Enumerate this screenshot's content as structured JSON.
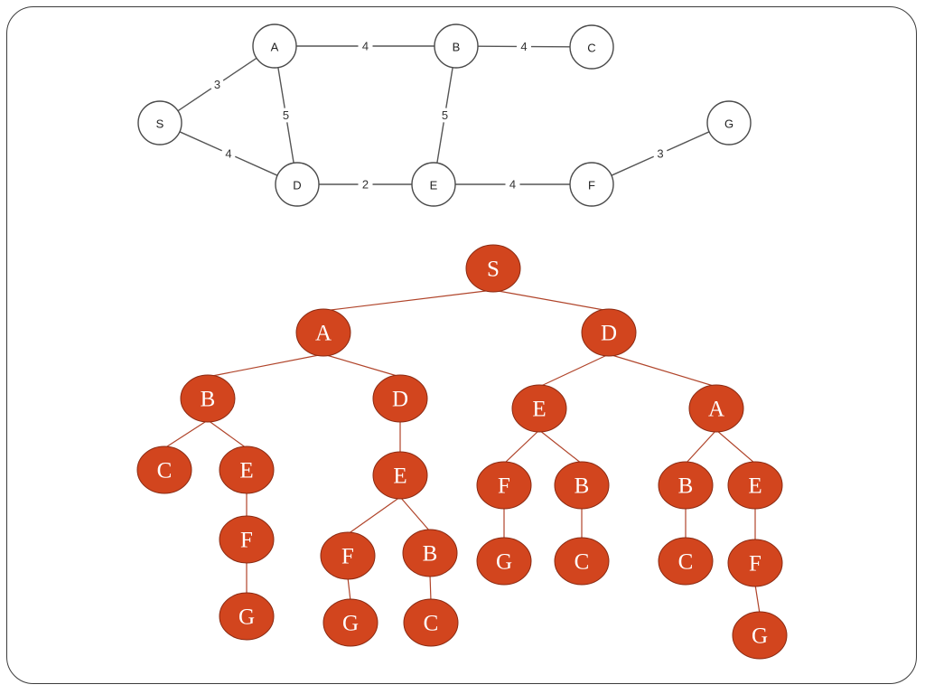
{
  "colors": {
    "tree_node_fill": "#d2451e",
    "tree_edge": "#b0442a",
    "graph_node_fill": "#ffffff",
    "graph_stroke": "#4a4a4a"
  },
  "graph": {
    "nodes": [
      {
        "id": "S",
        "label": "S"
      },
      {
        "id": "A",
        "label": "A"
      },
      {
        "id": "B",
        "label": "B"
      },
      {
        "id": "C",
        "label": "C"
      },
      {
        "id": "D",
        "label": "D"
      },
      {
        "id": "E",
        "label": "E"
      },
      {
        "id": "F",
        "label": "F"
      },
      {
        "id": "G",
        "label": "G"
      }
    ],
    "edges": [
      {
        "from": "S",
        "to": "A",
        "weight": "3"
      },
      {
        "from": "S",
        "to": "D",
        "weight": "4"
      },
      {
        "from": "A",
        "to": "B",
        "weight": "4"
      },
      {
        "from": "A",
        "to": "D",
        "weight": "5"
      },
      {
        "from": "B",
        "to": "C",
        "weight": "4"
      },
      {
        "from": "B",
        "to": "E",
        "weight": "5"
      },
      {
        "from": "D",
        "to": "E",
        "weight": "2"
      },
      {
        "from": "E",
        "to": "F",
        "weight": "4"
      },
      {
        "from": "F",
        "to": "G",
        "weight": "3"
      }
    ]
  },
  "search_tree": {
    "nodes": [
      {
        "id": "t0",
        "label": "S"
      },
      {
        "id": "t1",
        "label": "A"
      },
      {
        "id": "t2",
        "label": "D"
      },
      {
        "id": "t3",
        "label": "B"
      },
      {
        "id": "t4",
        "label": "D"
      },
      {
        "id": "t5",
        "label": "E"
      },
      {
        "id": "t6",
        "label": "A"
      },
      {
        "id": "t7",
        "label": "C"
      },
      {
        "id": "t8",
        "label": "E"
      },
      {
        "id": "t9",
        "label": "E"
      },
      {
        "id": "t10",
        "label": "F"
      },
      {
        "id": "t11",
        "label": "B"
      },
      {
        "id": "t12",
        "label": "B"
      },
      {
        "id": "t13",
        "label": "E"
      },
      {
        "id": "t14",
        "label": "F"
      },
      {
        "id": "t15",
        "label": "F"
      },
      {
        "id": "t16",
        "label": "B"
      },
      {
        "id": "t17",
        "label": "G"
      },
      {
        "id": "t18",
        "label": "C"
      },
      {
        "id": "t19",
        "label": "C"
      },
      {
        "id": "t20",
        "label": "F"
      },
      {
        "id": "t21",
        "label": "G"
      },
      {
        "id": "t22",
        "label": "G"
      },
      {
        "id": "t23",
        "label": "C"
      },
      {
        "id": "t24",
        "label": "G"
      }
    ],
    "edges": [
      [
        "t0",
        "t1"
      ],
      [
        "t0",
        "t2"
      ],
      [
        "t1",
        "t3"
      ],
      [
        "t1",
        "t4"
      ],
      [
        "t2",
        "t5"
      ],
      [
        "t2",
        "t6"
      ],
      [
        "t3",
        "t7"
      ],
      [
        "t3",
        "t8"
      ],
      [
        "t4",
        "t9"
      ],
      [
        "t5",
        "t10"
      ],
      [
        "t5",
        "t11"
      ],
      [
        "t6",
        "t12"
      ],
      [
        "t6",
        "t13"
      ],
      [
        "t8",
        "t14"
      ],
      [
        "t9",
        "t15"
      ],
      [
        "t9",
        "t16"
      ],
      [
        "t10",
        "t17"
      ],
      [
        "t11",
        "t18"
      ],
      [
        "t12",
        "t19"
      ],
      [
        "t13",
        "t20"
      ],
      [
        "t14",
        "t21"
      ],
      [
        "t15",
        "t22"
      ],
      [
        "t16",
        "t23"
      ],
      [
        "t20",
        "t24"
      ]
    ]
  }
}
